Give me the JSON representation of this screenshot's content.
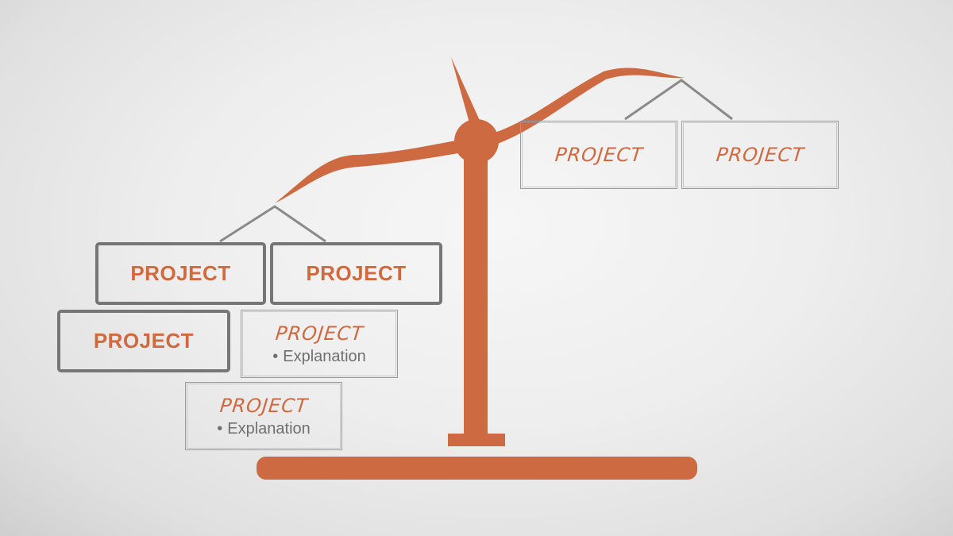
{
  "colors": {
    "scale": "#cd6a42",
    "accent_text": "#d06a3e",
    "box_border": "#767676",
    "string": "#8a8a8a"
  },
  "boxes": {
    "left_top_1": {
      "label": "PROJECT"
    },
    "left_top_2": {
      "label": "PROJECT"
    },
    "left_mid_1": {
      "label": "PROJECT"
    },
    "left_mid_2": {
      "label": "PROJECT",
      "bullet": "•",
      "detail": "Explanation"
    },
    "left_bottom": {
      "label": "PROJECT",
      "bullet": "•",
      "detail": "Explanation"
    },
    "right_1": {
      "label": "PROJECT"
    },
    "right_2": {
      "label": "PROJECT"
    }
  }
}
